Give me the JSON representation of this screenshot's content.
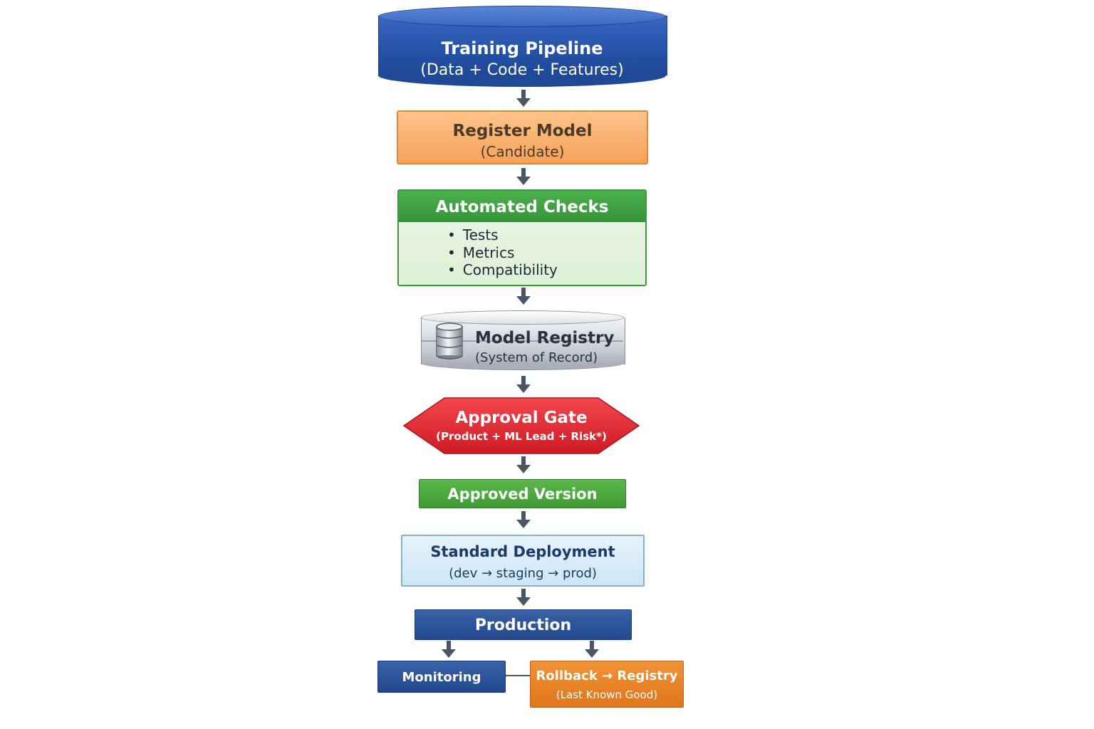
{
  "nodes": {
    "training_pipeline": {
      "title": "Training Pipeline",
      "subtitle": "(Data + Code + Features)"
    },
    "register_model": {
      "title": "Register Model",
      "subtitle": "(Candidate)"
    },
    "automated_checks": {
      "title": "Automated Checks",
      "items": [
        "Tests",
        "Metrics",
        "Compatibility"
      ]
    },
    "model_registry": {
      "title": "Model Registry",
      "subtitle": "(System of Record)",
      "icon": "database-icon"
    },
    "approval_gate": {
      "title": "Approval Gate",
      "subtitle": "(Product + ML Lead + Risk*)"
    },
    "approved_version": {
      "title": "Approved Version"
    },
    "standard_deployment": {
      "title": "Standard Deployment",
      "subtitle": "(dev → staging → prod)"
    },
    "production": {
      "title": "Production"
    },
    "monitoring": {
      "title": "Monitoring"
    },
    "rollback": {
      "title": "Rollback → Registry",
      "subtitle": "(Last Known Good)"
    }
  },
  "colors": {
    "pipeline": "#2452a8",
    "register": "#f5a25a",
    "checks_header": "#3f9f3f",
    "gate": "#e0222e",
    "approved": "#4aa83c",
    "deploy": "#d6ebf8",
    "production": "#2a5198",
    "rollback": "#e8821f",
    "arrow": "#4a5565"
  }
}
